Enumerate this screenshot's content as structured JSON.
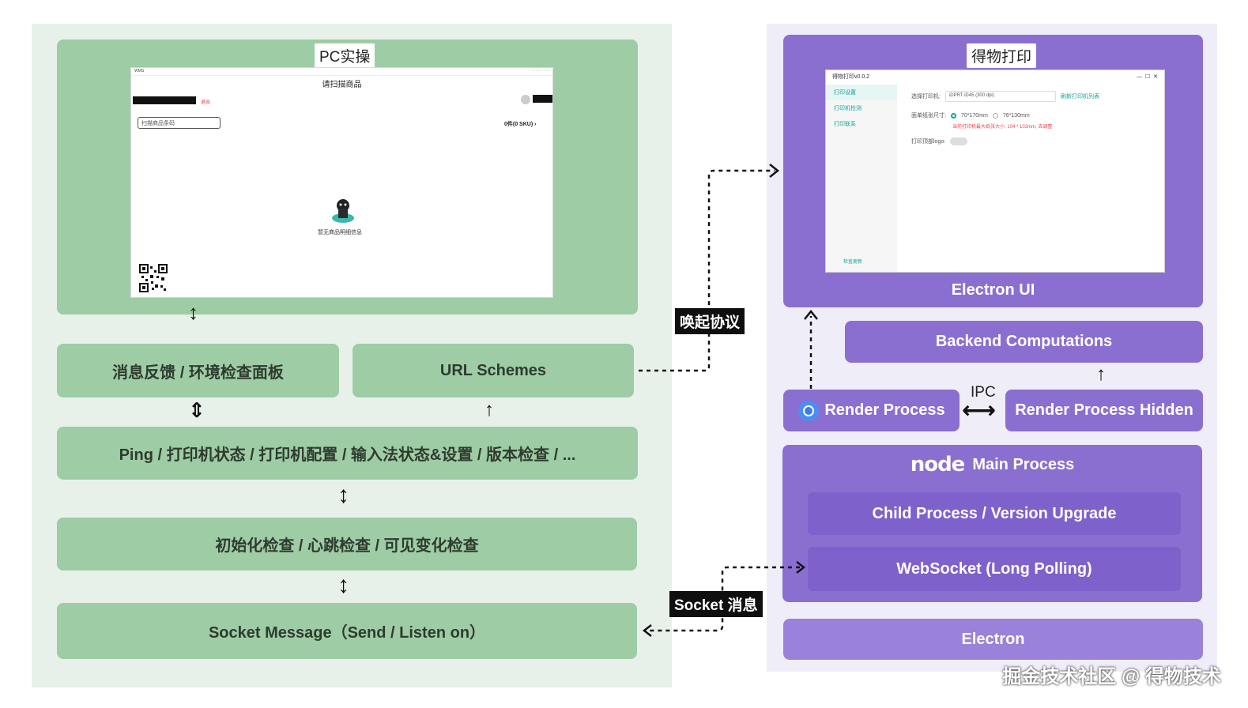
{
  "left": {
    "pc_tag": "PC实操",
    "pc_screen": {
      "title": "请扫描商品",
      "search_placeholder": "扫描商品条码",
      "sku": "0件(0 SKU) ›",
      "empty_text": "暂无商品明细信息",
      "red_button": "退出"
    },
    "feedback_box": "消息反馈 / 环境检查面板",
    "url_schemes_box": "URL Schemes",
    "ping_box": "Ping / 打印机状态 / 打印机配置 / 输入法状态&设置 / 版本检查 / ...",
    "check_box": "初始化检查 / 心跳检查 / 可见变化检查",
    "socket_box": "Socket Message（Send / Listen on）"
  },
  "middle": {
    "wake_protocol": "唤起协议",
    "socket_msg": "Socket 消息"
  },
  "right": {
    "dewu_tag": "得物打印",
    "electron_screen": {
      "app_title": "得物打印v0.0.2",
      "side_items": [
        "打印设置",
        "打印机检测",
        "打印联系"
      ],
      "printer_label": "选择打印机:",
      "printer_value": "iDPRT iD45 (300 dpi)",
      "refresh_link": "刷新打印机列表",
      "size_label": "面单纸张尺寸:",
      "size_option_1": "70*170mm",
      "size_option_2": "76*130mm",
      "warn_text": "当前打印机最大纸张大小: 104 * 102mm, 去调整",
      "logo_label": "打印顶部logo:",
      "footer_link": "检查更新"
    },
    "electron_ui": "Electron UI",
    "backend": "Backend Computations",
    "render_process": "Render Process",
    "ipc": "IPC",
    "render_hidden": "Render Process Hidden",
    "node_logo": "node",
    "main_process": "Main Process",
    "child_process": "Child Process / Version Upgrade",
    "websocket": "WebSocket (Long Polling)",
    "electron": "Electron"
  },
  "watermark": "掘金技术社区 @ 得物技术",
  "colors": {
    "green_box": "#9dcca5",
    "green_panel": "#e8f1e9",
    "purple_box": "#8a6fd1",
    "purple_panel": "#efedf8"
  }
}
